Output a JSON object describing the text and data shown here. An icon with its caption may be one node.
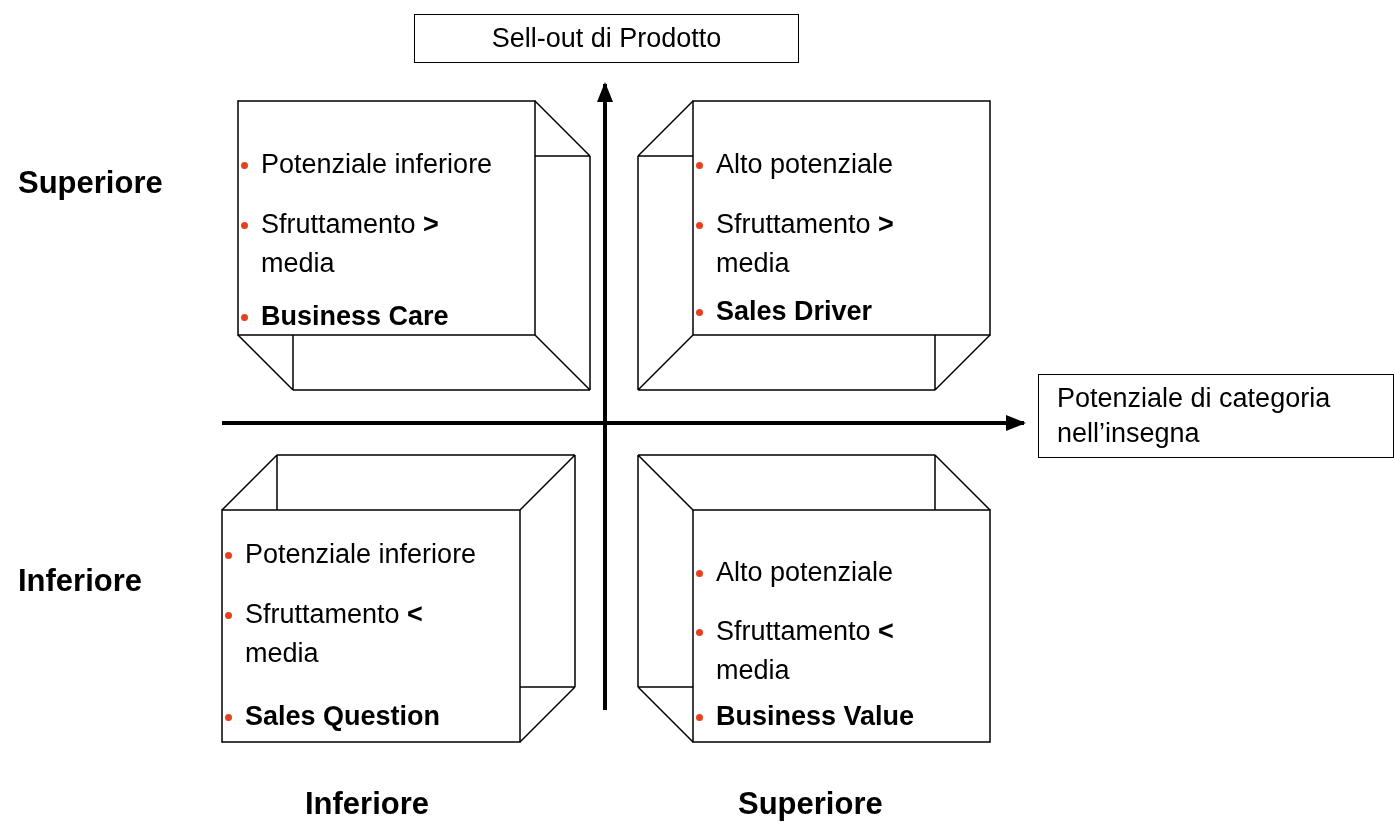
{
  "diagram": {
    "nodes": [
      {
        "text": [
          "Sell-out di Prodotto"
        ]
      },
      {
        "text": [
          "Potenziale di categoria nell’insegna"
        ]
      },
      {
        "text": [
          "Potenziale inferiore",
          "Sfruttamento **>** media",
          "Business Care"
        ]
      },
      {
        "text": [
          "Alto potenziale",
          "Sfruttamento **>** media",
          "Sales Driver"
        ]
      },
      {
        "text": [
          "Potenziale inferiore",
          "Sfruttamento **<** media",
          "Sales Question"
        ]
      },
      {
        "text": [
          "Alto potenziale",
          "Sfruttamento **<** media",
          "Business Value"
        ]
      }
    ],
    "labels": [
      "Superiore",
      "Inferiore",
      "Inferiore",
      "Superiore"
    ]
  }
}
